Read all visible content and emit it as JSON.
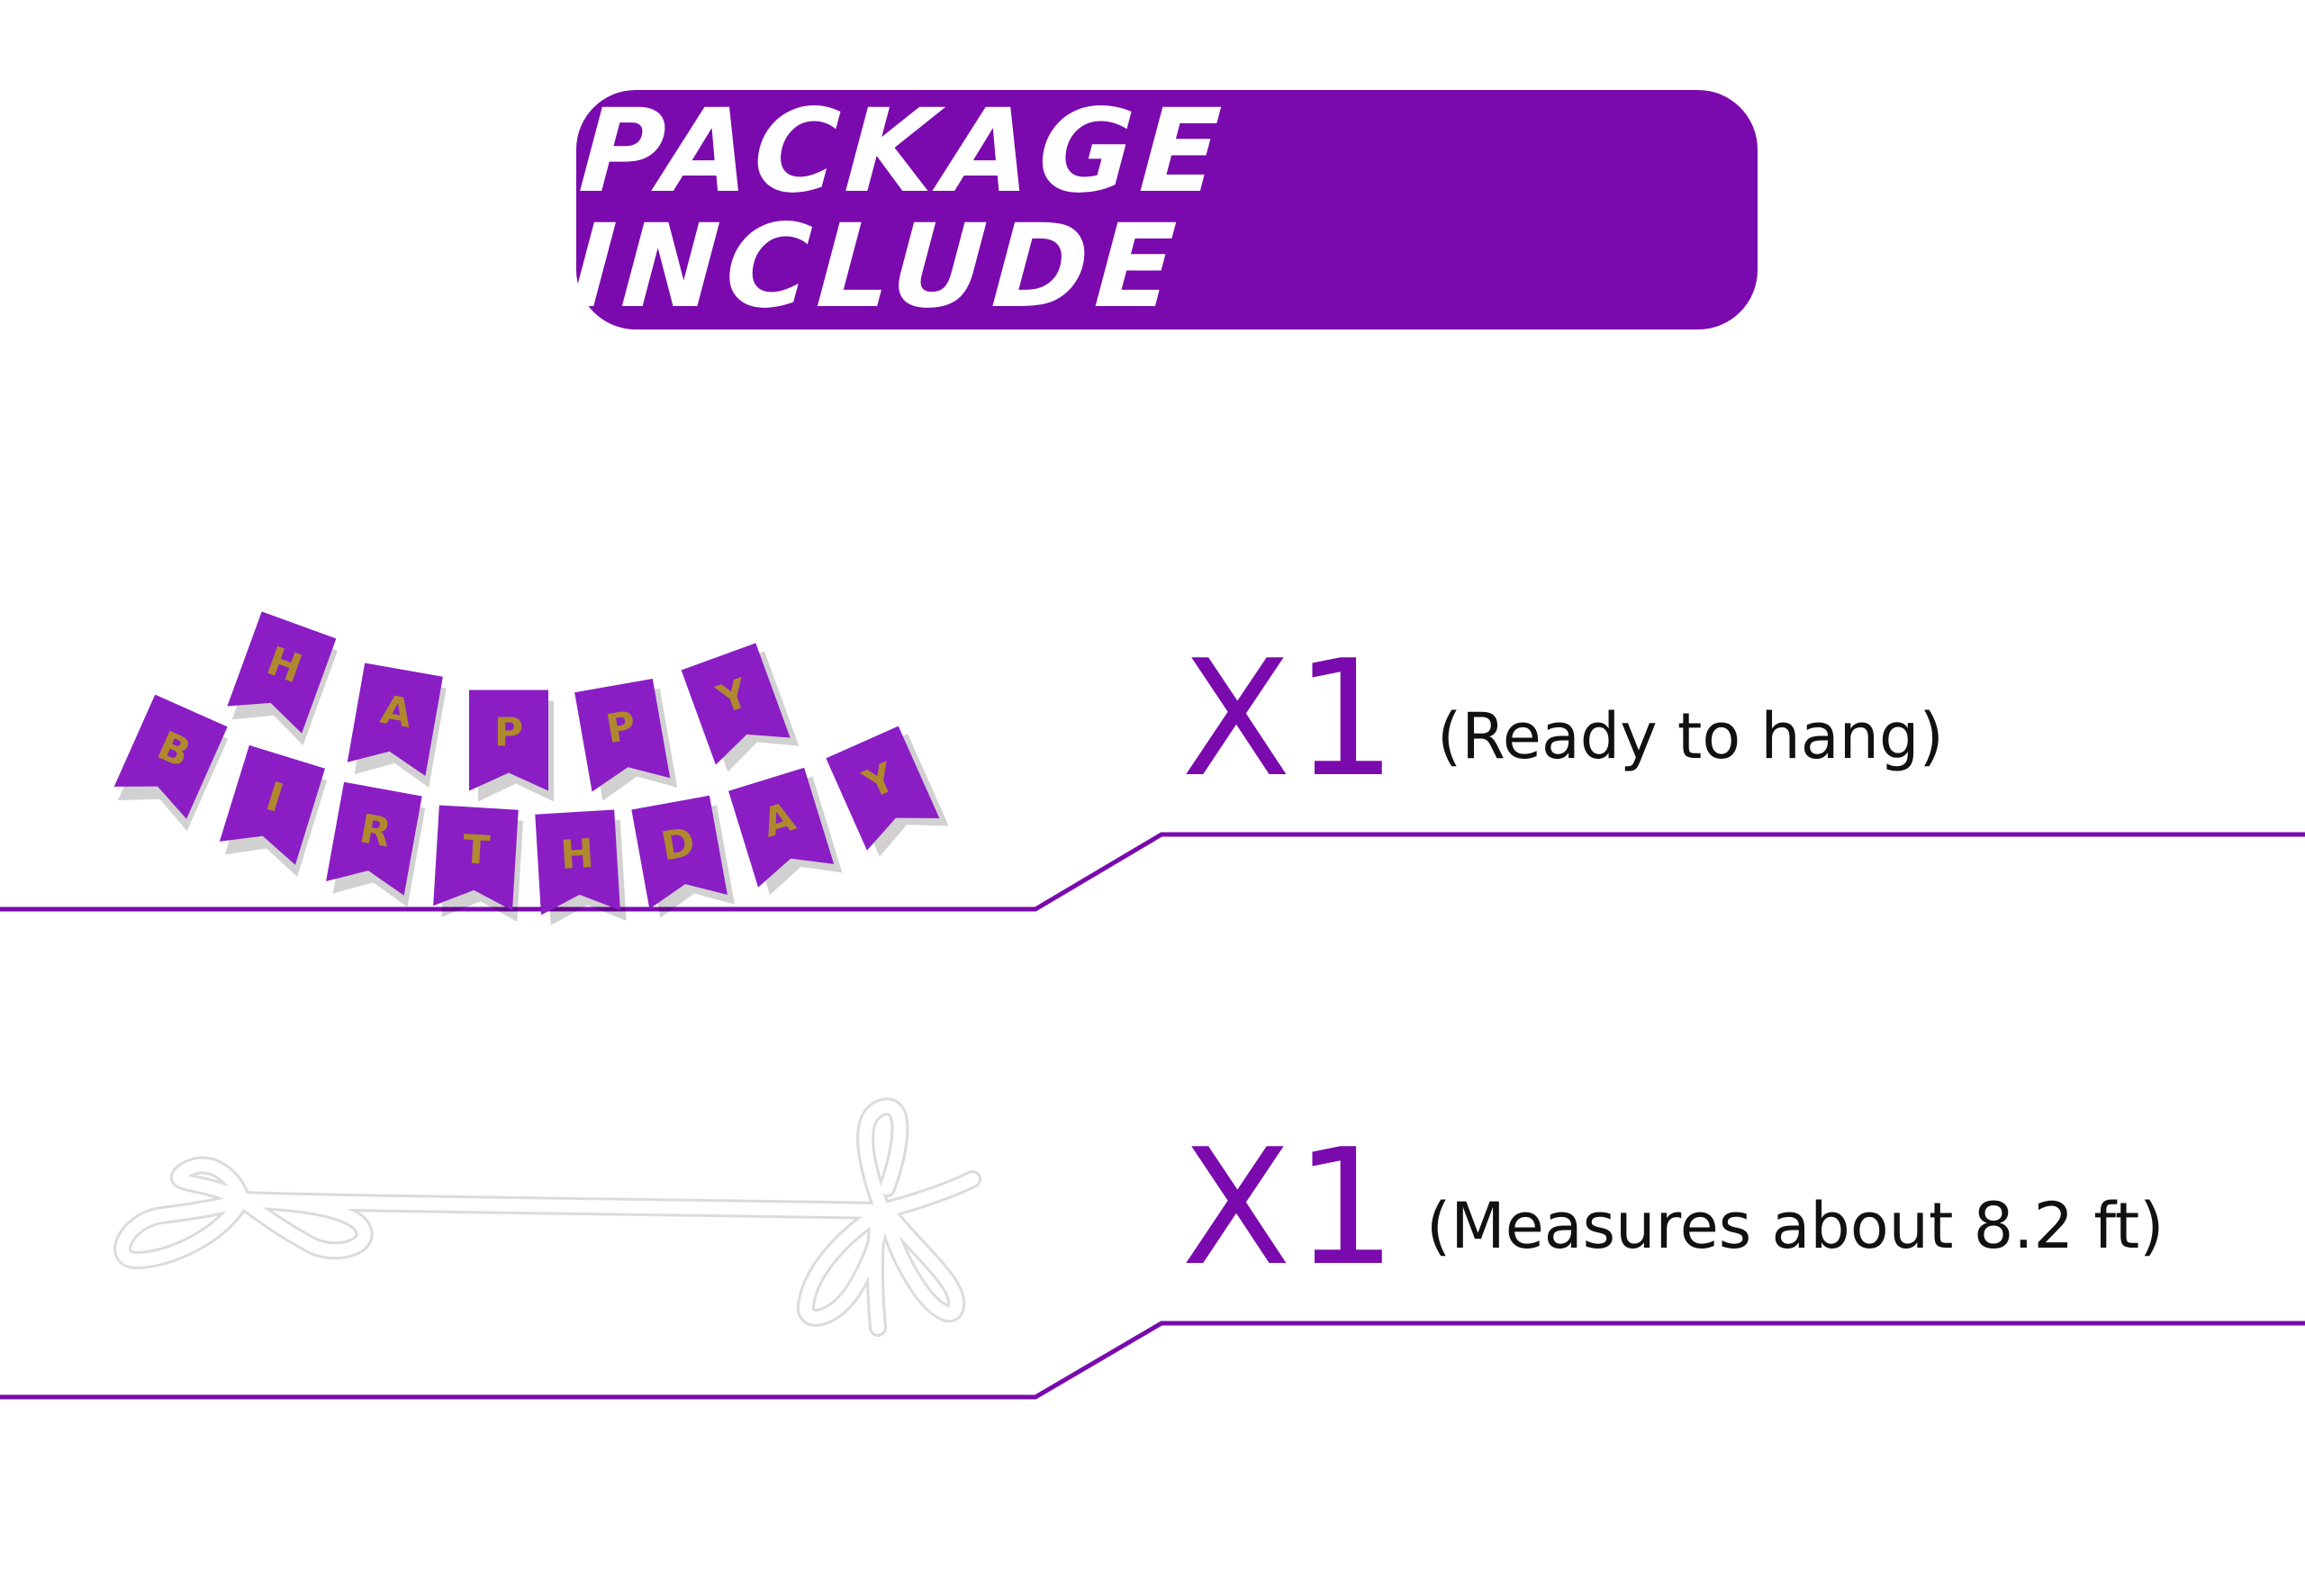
{
  "header": {
    "title": "PACKAGE INCLUDE"
  },
  "items": [
    {
      "quantity": "X1",
      "note": "(Ready to hang)",
      "image": "purple-happy-birthday-banner",
      "banner": {
        "line1": [
          "H",
          "A",
          "P",
          "P",
          "Y"
        ],
        "line2": [
          "B",
          "I",
          "R",
          "T",
          "H",
          "D",
          "A",
          "Y"
        ]
      }
    },
    {
      "quantity": "X1",
      "note": "(Measures about 8.2 ft)",
      "image": "white-ribbon-string"
    }
  ],
  "colors": {
    "accent": "#7a0aad",
    "gold": "#b0892f",
    "pennant": "#8a1ec4"
  }
}
